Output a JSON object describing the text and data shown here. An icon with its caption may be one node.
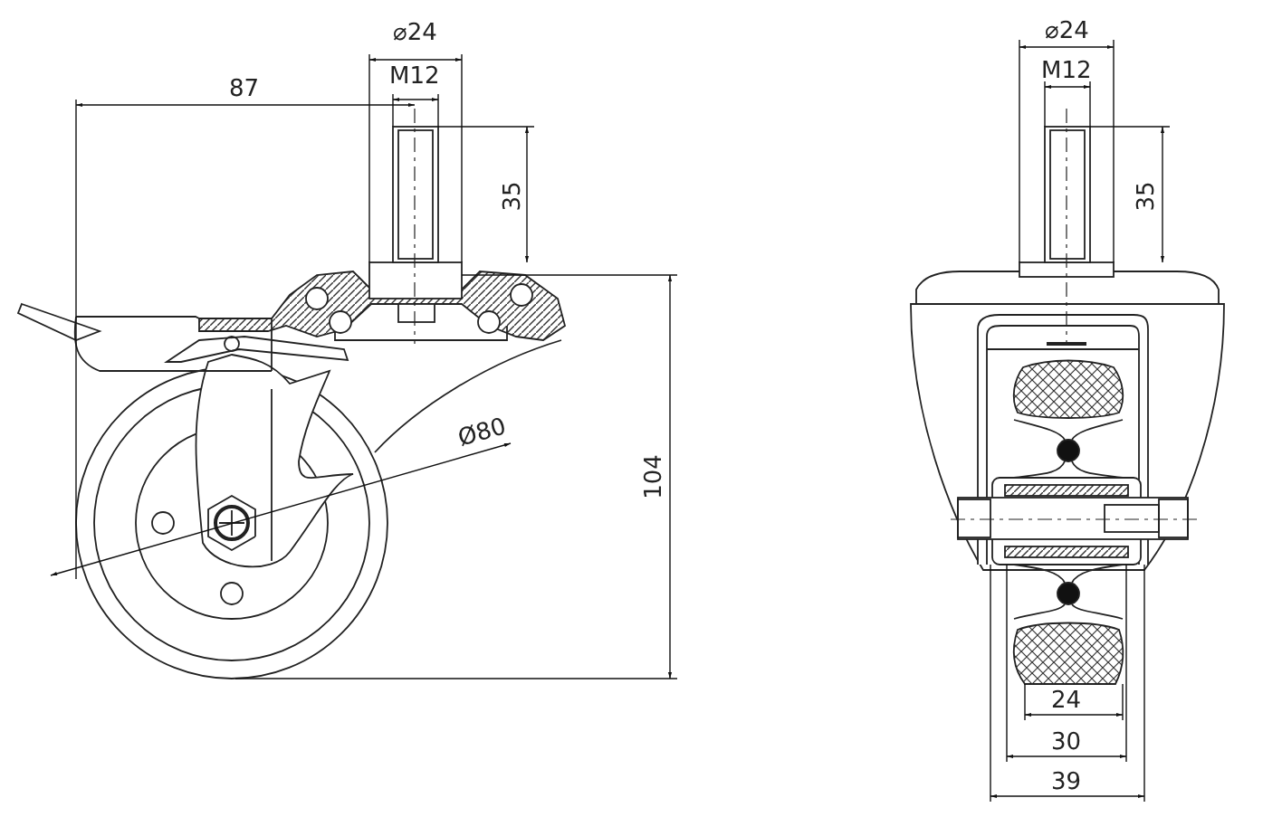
{
  "diagram": {
    "labels": [
      "⌀24",
      "⌀24",
      "M12",
      "M12",
      "87",
      "35",
      "35",
      "Ø80",
      "104",
      "24",
      "30",
      "39"
    ]
  }
}
